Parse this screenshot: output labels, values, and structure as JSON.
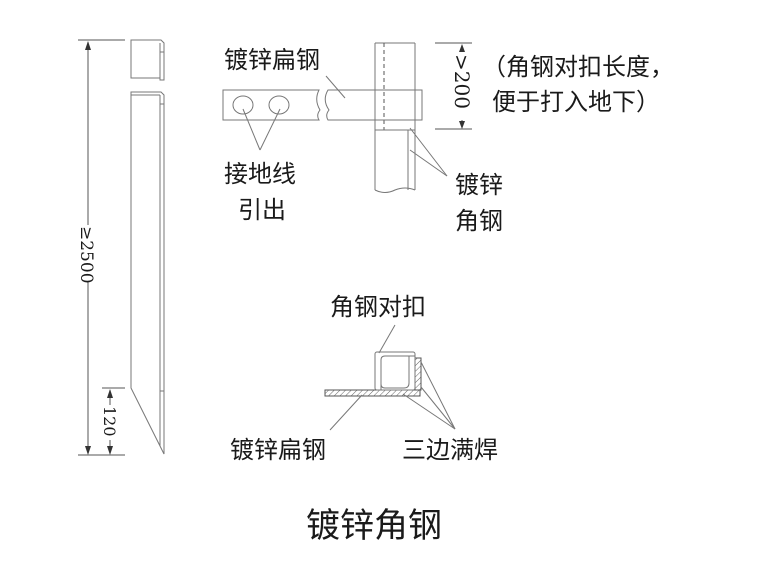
{
  "left_stake": {
    "dim_total": "≥2500",
    "dim_tip": "120"
  },
  "top_detail": {
    "flat_steel_label": "镀锌扁钢",
    "ground_wire_label_line1": "接地线",
    "ground_wire_label_line2": "引出",
    "angle_steel_label_line1": "镀锌",
    "angle_steel_label_line2": "角钢",
    "dim_overlap": ">200",
    "note_line1": "（角钢对扣长度，",
    "note_line2": "便于打入地下）"
  },
  "section_detail": {
    "angle_pair_label": "角钢对扣",
    "flat_steel_label": "镀锌扁钢",
    "weld_label": "三边满焊"
  },
  "title": "镀锌角钢",
  "colors": {
    "line": "#777777",
    "text": "#1a1a1a",
    "hatch": "#666666"
  }
}
